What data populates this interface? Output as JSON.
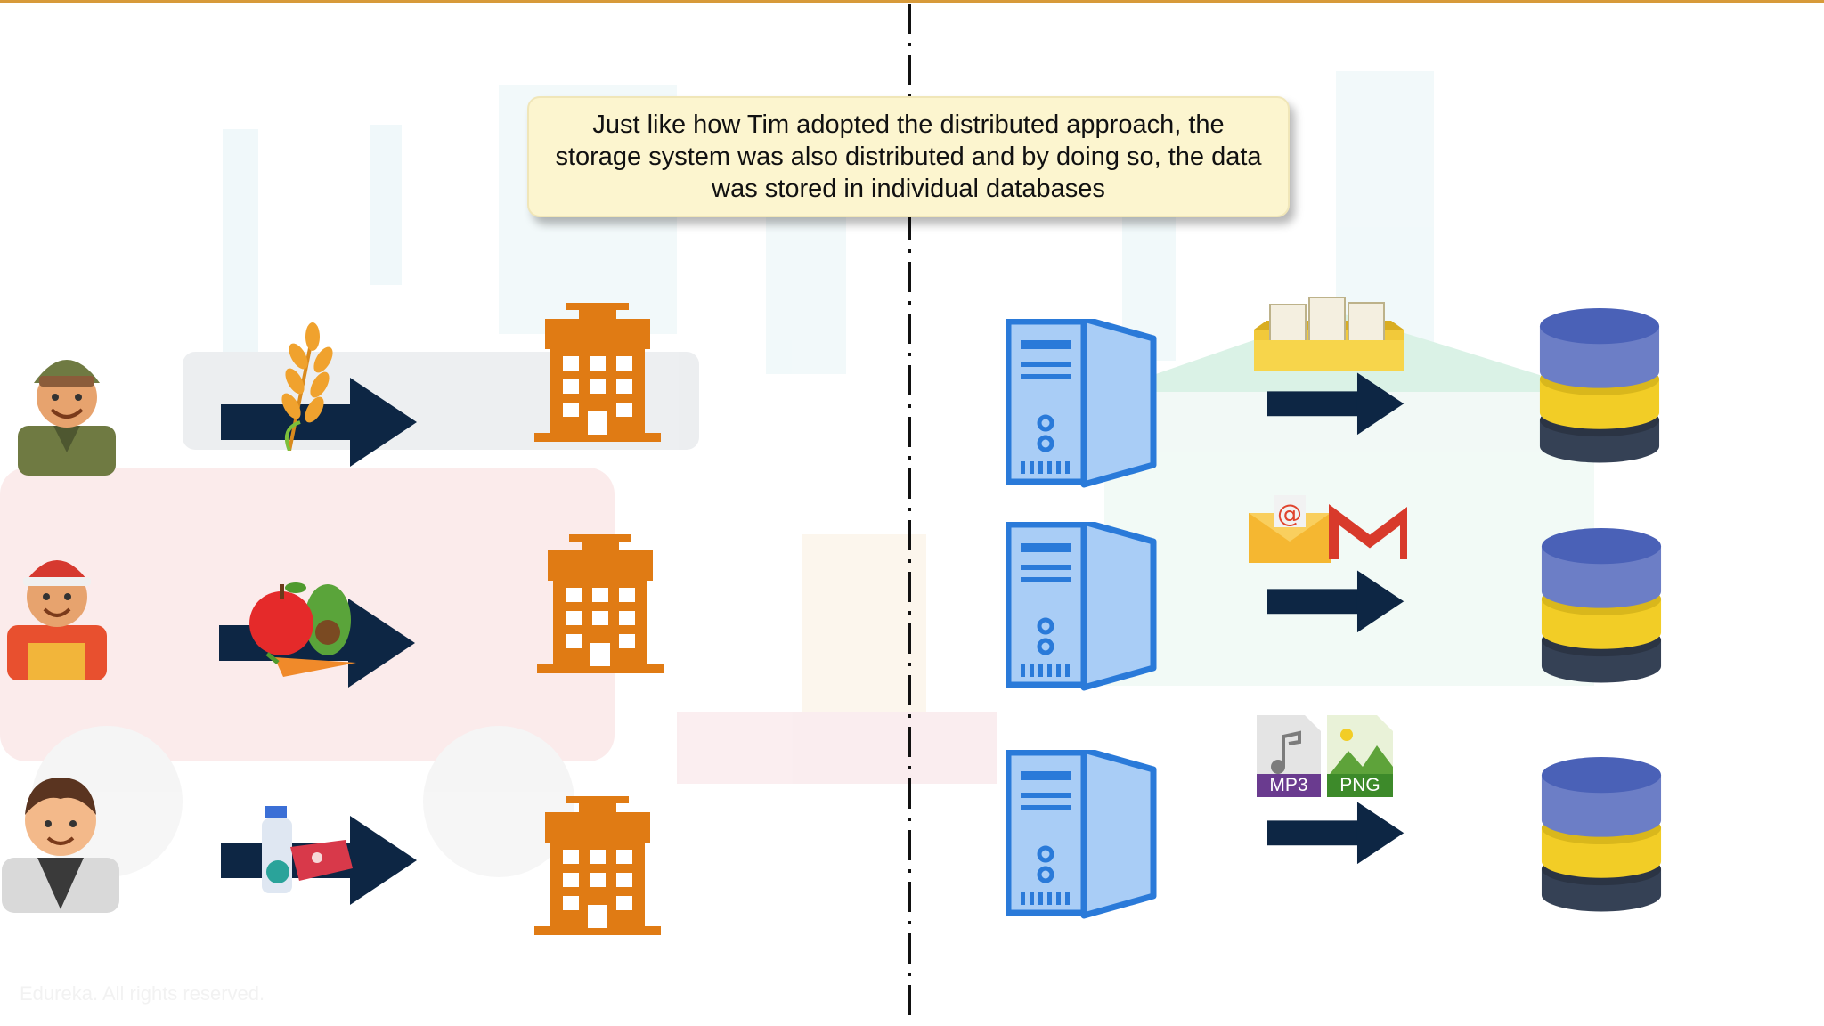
{
  "callout": {
    "text": "Just like how Tim adopted the distributed approach, the storage system was also distributed and by doing so, the data was stored in individual databases"
  },
  "file_labels": {
    "mp3": "MP3",
    "png": "PNG"
  },
  "footer": {
    "copyright": "Edureka. All rights reserved."
  },
  "icons": {
    "persons": [
      "farmer-icon",
      "delivery-person-icon",
      "shopkeeper-icon"
    ],
    "goods": [
      "wheat-icon",
      "fruits-vegetables-icon",
      "milk-meat-icon"
    ],
    "stores": [
      "warehouse-building-icon"
    ],
    "servers": [
      "server-tower-icon"
    ],
    "data": [
      "documents-folder-icon",
      "email-icon",
      "mp3-file-icon",
      "png-file-icon"
    ],
    "storage": [
      "database-icon"
    ]
  },
  "colors": {
    "arrow": "#0d2644",
    "building": "#e07b14",
    "server_fill": "#a9cdf6",
    "server_stroke": "#2a7ad9",
    "db_top": "#6c7ec6",
    "db_mid": "#f2cd26",
    "db_bottom": "#354155",
    "callout_bg": "#fcf5cf"
  }
}
